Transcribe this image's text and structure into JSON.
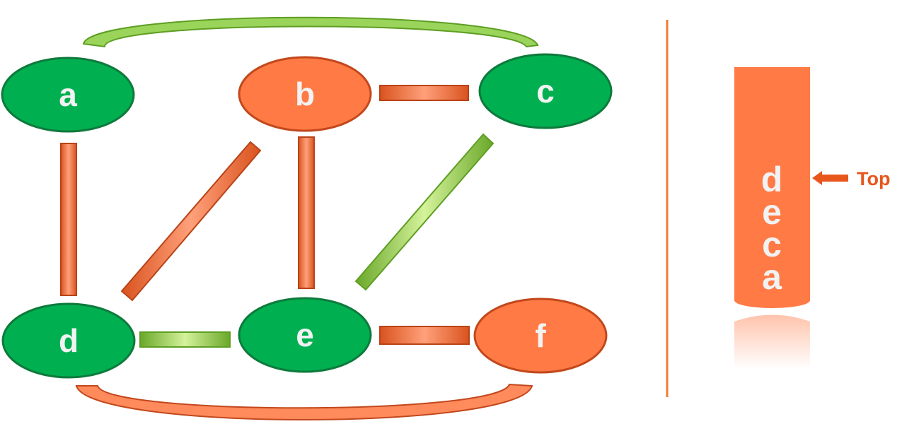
{
  "colors": {
    "visited": "#00b050",
    "visited_dark": "#0e7a3c",
    "current": "#ff7a45",
    "current_dark": "#c2481c",
    "edge_tree": "#92d050",
    "edge_other": "#ff7a45",
    "divider": "#ed7d31",
    "label_text": "#f2f2f2",
    "top_text": "#e8561c"
  },
  "graph": {
    "nodes": [
      {
        "id": "a",
        "label": "a",
        "state": "visited"
      },
      {
        "id": "b",
        "label": "b",
        "state": "current"
      },
      {
        "id": "c",
        "label": "c",
        "state": "visited"
      },
      {
        "id": "d",
        "label": "d",
        "state": "visited"
      },
      {
        "id": "e",
        "label": "e",
        "state": "visited"
      },
      {
        "id": "f",
        "label": "f",
        "state": "current"
      }
    ],
    "edges": [
      {
        "from": "a",
        "to": "c",
        "kind": "tree"
      },
      {
        "from": "b",
        "to": "c",
        "kind": "other"
      },
      {
        "from": "a",
        "to": "d",
        "kind": "other"
      },
      {
        "from": "d",
        "to": "b",
        "kind": "other"
      },
      {
        "from": "b",
        "to": "e",
        "kind": "other"
      },
      {
        "from": "e",
        "to": "c",
        "kind": "tree"
      },
      {
        "from": "d",
        "to": "e",
        "kind": "tree"
      },
      {
        "from": "e",
        "to": "f",
        "kind": "other"
      },
      {
        "from": "d",
        "to": "f",
        "kind": "other"
      }
    ]
  },
  "stack": {
    "items_top_to_bottom": [
      "d",
      "e",
      "c",
      "a"
    ],
    "top_label": "Top"
  }
}
